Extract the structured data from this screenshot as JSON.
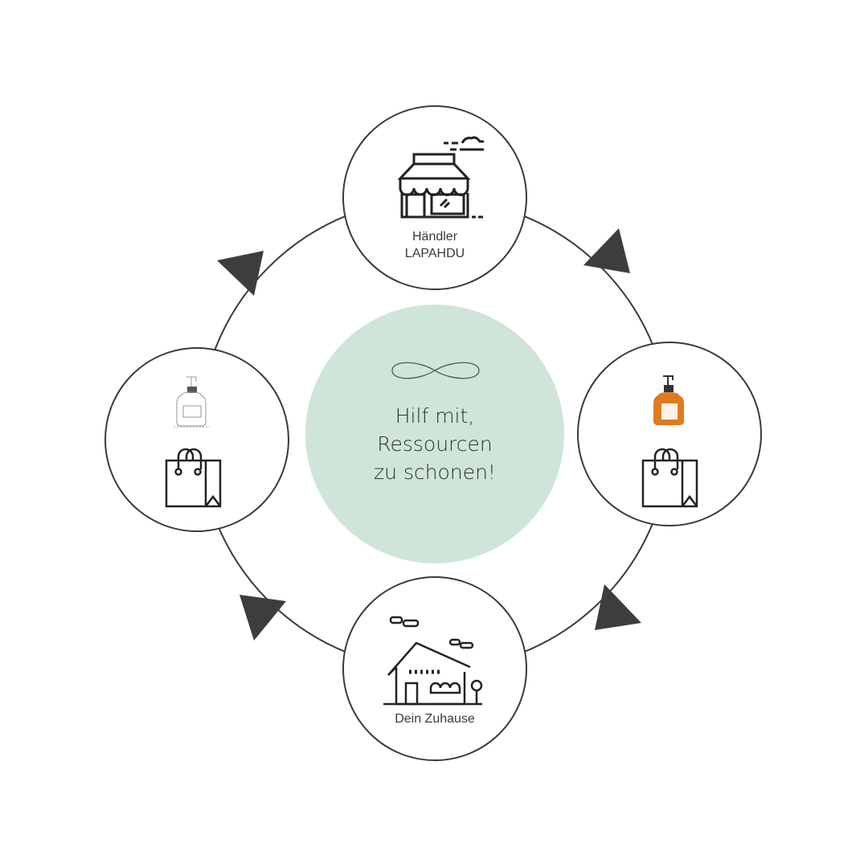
{
  "colors": {
    "center_fill": "#cfe5da",
    "stroke": "#3a3a3a",
    "arrow": "#3d3d3d",
    "bottle_amber": "#e07a1f"
  },
  "nodes": {
    "retailer": {
      "line1": "Händler",
      "line2": "LAPAHDU",
      "icon": "storefront-icon"
    },
    "home": {
      "label": "Dein Zuhause",
      "icon": "house-icon"
    },
    "left": {
      "icons": [
        "empty-soap-bottle-icon",
        "shopping-bag-icon"
      ]
    },
    "right": {
      "icons": [
        "filled-soap-bottle-icon",
        "shopping-bag-icon"
      ]
    }
  },
  "center": {
    "icon": "infinity-icon",
    "line1": "Hilf mit,",
    "line2": "Ressourcen",
    "line3": "zu schonen!"
  }
}
